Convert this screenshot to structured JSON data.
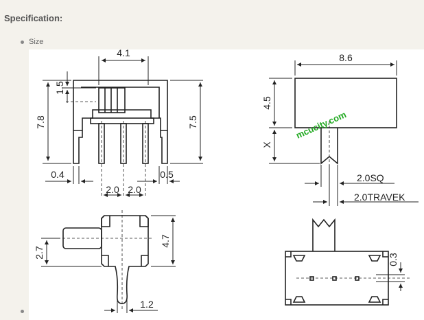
{
  "page": {
    "section_title": "Specification:",
    "list_item_label": "Size"
  },
  "watermark": "mcucity.com",
  "dimensions": {
    "top_width": "4.1",
    "knob_height": "1.5",
    "overall_height": "7.8",
    "body_height": "7.5",
    "pin_width": "0.4",
    "pin_offset": "0.5",
    "pitch_a": "2.0",
    "pitch_b": "2.0",
    "length": "8.6",
    "case_height": "4.5",
    "actuator_height": "X",
    "actuator_sq": "2.0SQ",
    "travel": "2.0TRAVEK",
    "bottom_offset": "2.7",
    "bottom_height": "4.7",
    "lead_width": "1.2",
    "pin_spacing": "0.3"
  }
}
